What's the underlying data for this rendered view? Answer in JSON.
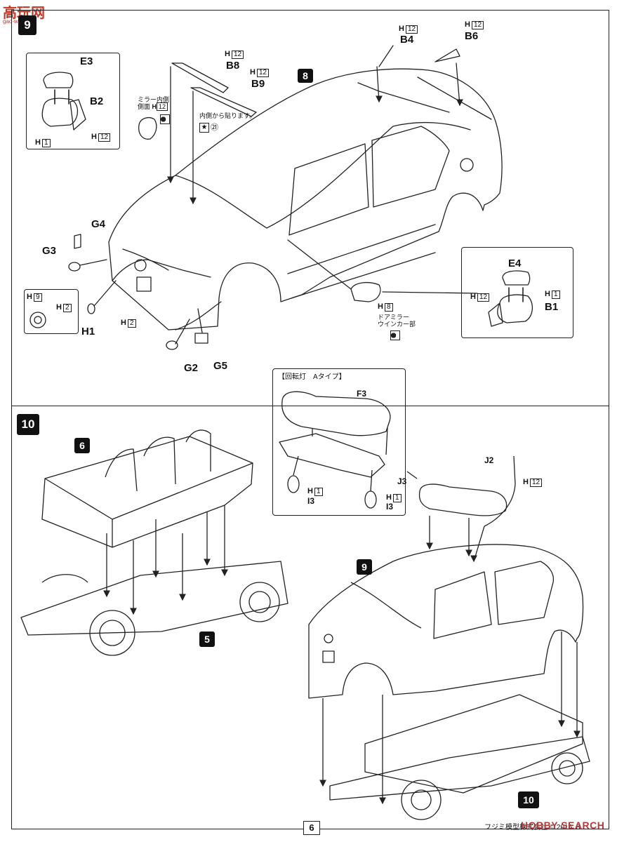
{
  "watermark": {
    "top_left": "高玩网",
    "top_left_url": "gao-wan.com",
    "bottom_right": "HOBBY SEARCH"
  },
  "page_number": "6",
  "copyright": "フジミ模型株式会社 © 2016. 8",
  "step9": {
    "number": "9",
    "parts": {
      "E3": "E3",
      "B2": "B2",
      "B8": "B8",
      "B9": "B9",
      "B4": "B4",
      "B6": "B6",
      "G4": "G4",
      "G3": "G3",
      "H1": "H1",
      "G2": "G2",
      "G5": "G5",
      "E4": "E4",
      "B1": "B1"
    },
    "sub_step": "8",
    "colors": {
      "H": "H",
      "n1": "1",
      "n2": "2",
      "n8": "8",
      "n9": "9",
      "n12": "12"
    },
    "notes": {
      "mirror_inner": "ミラー内側",
      "mirror_side": "側面",
      "inner_stick": "内側から貼ります。",
      "sticker_no": "㉑",
      "door_mirror": "ドアミラー",
      "winker": "ウインカー部"
    }
  },
  "step10": {
    "number": "10",
    "sub_steps": {
      "s6": "6",
      "s5": "5",
      "s9": "9",
      "s10": "10"
    },
    "lamp_title": "【回転灯　Aタイプ】",
    "parts": {
      "F3": "F3",
      "J3": "J3",
      "I3a": "I3",
      "I3b": "I3",
      "J2": "J2"
    }
  }
}
